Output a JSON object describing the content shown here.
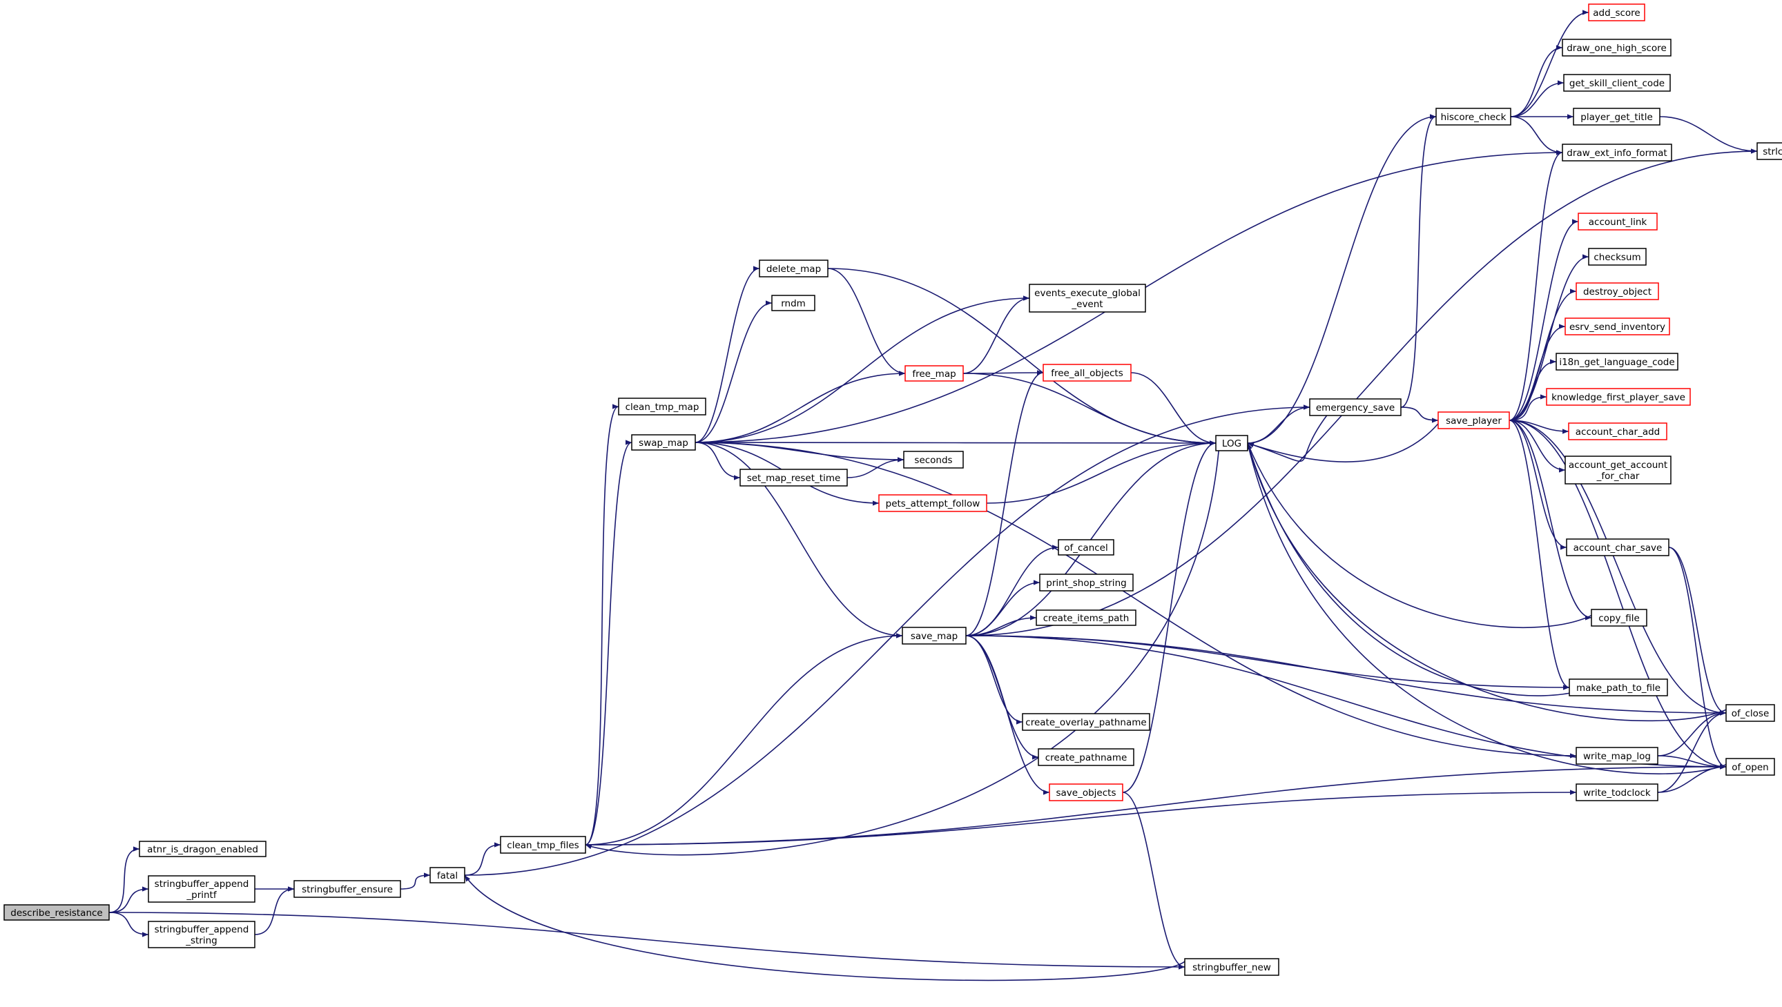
{
  "colors": {
    "edge": "#191970",
    "node_border": "#000000",
    "truncated_node_border": "#ff0000",
    "root_fill": "#bfbfbf",
    "background": "#ffffff"
  },
  "nodes": {
    "describe_resistance": {
      "lines": [
        "describe_resistance"
      ],
      "root": true
    },
    "atnr_is_dragon_enabled": {
      "lines": [
        "atnr_is_dragon_enabled"
      ]
    },
    "sb_append_printf": {
      "lines": [
        "stringbuffer_append",
        "_printf"
      ]
    },
    "sb_append_string": {
      "lines": [
        "stringbuffer_append",
        "_string"
      ]
    },
    "sb_ensure": {
      "lines": [
        "stringbuffer_ensure"
      ]
    },
    "fatal": {
      "lines": [
        "fatal"
      ]
    },
    "clean_tmp_files": {
      "lines": [
        "clean_tmp_files"
      ]
    },
    "clean_tmp_map": {
      "lines": [
        "clean_tmp_map"
      ]
    },
    "swap_map": {
      "lines": [
        "swap_map"
      ]
    },
    "delete_map": {
      "lines": [
        "delete_map"
      ]
    },
    "rndm": {
      "lines": [
        "rndm"
      ]
    },
    "set_map_reset_time": {
      "lines": [
        "set_map_reset_time"
      ]
    },
    "pets_attempt_follow": {
      "lines": [
        "pets_attempt_follow"
      ],
      "truncated": true
    },
    "save_map": {
      "lines": [
        "save_map"
      ]
    },
    "free_map": {
      "lines": [
        "free_map"
      ],
      "truncated": true
    },
    "events_execute": {
      "lines": [
        "events_execute_global",
        "_event"
      ]
    },
    "free_all_objects": {
      "lines": [
        "free_all_objects"
      ],
      "truncated": true
    },
    "seconds": {
      "lines": [
        "seconds"
      ]
    },
    "of_cancel": {
      "lines": [
        "of_cancel"
      ]
    },
    "print_shop_string": {
      "lines": [
        "print_shop_string"
      ]
    },
    "create_items_path": {
      "lines": [
        "create_items_path"
      ]
    },
    "create_overlay_pathname": {
      "lines": [
        "create_overlay_pathname"
      ]
    },
    "create_pathname": {
      "lines": [
        "create_pathname"
      ]
    },
    "save_objects": {
      "lines": [
        "save_objects"
      ],
      "truncated": true
    },
    "stringbuffer_new": {
      "lines": [
        "stringbuffer_new"
      ]
    },
    "LOG": {
      "lines": [
        "LOG"
      ]
    },
    "emergency_save": {
      "lines": [
        "emergency_save"
      ]
    },
    "hiscore_check": {
      "lines": [
        "hiscore_check"
      ]
    },
    "save_player": {
      "lines": [
        "save_player"
      ],
      "truncated": true
    },
    "add_score": {
      "lines": [
        "add_score"
      ],
      "truncated": true
    },
    "draw_one_high_score": {
      "lines": [
        "draw_one_high_score"
      ]
    },
    "get_skill_client_code": {
      "lines": [
        "get_skill_client_code"
      ]
    },
    "player_get_title": {
      "lines": [
        "player_get_title"
      ]
    },
    "draw_ext_info_format": {
      "lines": [
        "draw_ext_info_format"
      ]
    },
    "strlcpy": {
      "lines": [
        "strlcpy"
      ]
    },
    "account_link": {
      "lines": [
        "account_link"
      ],
      "truncated": true
    },
    "checksum": {
      "lines": [
        "checksum"
      ]
    },
    "destroy_object": {
      "lines": [
        "destroy_object"
      ],
      "truncated": true
    },
    "esrv_send_inventory": {
      "lines": [
        "esrv_send_inventory"
      ],
      "truncated": true
    },
    "i18n_get_language_code": {
      "lines": [
        "i18n_get_language_code"
      ]
    },
    "knowledge_first_player_save": {
      "lines": [
        "knowledge_first_player_save"
      ],
      "truncated": true
    },
    "account_char_add": {
      "lines": [
        "account_char_add"
      ],
      "truncated": true
    },
    "account_get_account_for_char": {
      "lines": [
        "account_get_account",
        "_for_char"
      ]
    },
    "account_char_save": {
      "lines": [
        "account_char_save"
      ]
    },
    "copy_file": {
      "lines": [
        "copy_file"
      ]
    },
    "make_path_to_file": {
      "lines": [
        "make_path_to_file"
      ]
    },
    "of_close": {
      "lines": [
        "of_close"
      ]
    },
    "of_open": {
      "lines": [
        "of_open"
      ]
    },
    "write_map_log": {
      "lines": [
        "write_map_log"
      ]
    },
    "write_todclock": {
      "lines": [
        "write_todclock"
      ]
    }
  },
  "edges": [
    [
      "describe_resistance",
      "atnr_is_dragon_enabled"
    ],
    [
      "describe_resistance",
      "sb_append_printf"
    ],
    [
      "describe_resistance",
      "sb_append_string"
    ],
    [
      "describe_resistance",
      "stringbuffer_new"
    ],
    [
      "sb_append_printf",
      "sb_ensure"
    ],
    [
      "sb_append_string",
      "sb_ensure"
    ],
    [
      "sb_ensure",
      "fatal"
    ],
    [
      "fatal",
      "clean_tmp_files"
    ],
    [
      "fatal",
      "emergency_save"
    ],
    [
      "clean_tmp_files",
      "clean_tmp_map"
    ],
    [
      "clean_tmp_files",
      "swap_map"
    ],
    [
      "clean_tmp_files",
      "save_map"
    ],
    [
      "clean_tmp_files",
      "of_open"
    ],
    [
      "swap_map",
      "delete_map"
    ],
    [
      "swap_map",
      "rndm"
    ],
    [
      "swap_map",
      "events_execute"
    ],
    [
      "swap_map",
      "free_map"
    ],
    [
      "swap_map",
      "LOG"
    ],
    [
      "swap_map",
      "seconds"
    ],
    [
      "swap_map",
      "set_map_reset_time"
    ],
    [
      "swap_map",
      "pets_attempt_follow"
    ],
    [
      "swap_map",
      "save_map"
    ],
    [
      "swap_map",
      "write_map_log"
    ],
    [
      "swap_map",
      "draw_ext_info_format"
    ],
    [
      "delete_map",
      "free_map"
    ],
    [
      "delete_map",
      "LOG"
    ],
    [
      "free_map",
      "events_execute"
    ],
    [
      "free_map",
      "free_all_objects"
    ],
    [
      "free_map",
      "LOG"
    ],
    [
      "free_all_objects",
      "LOG"
    ],
    [
      "set_map_reset_time",
      "seconds"
    ],
    [
      "pets_attempt_follow",
      "LOG"
    ],
    [
      "save_map",
      "free_all_objects"
    ],
    [
      "save_map",
      "LOG"
    ],
    [
      "save_map",
      "of_cancel"
    ],
    [
      "save_map",
      "print_shop_string"
    ],
    [
      "save_map",
      "create_items_path"
    ],
    [
      "save_map",
      "create_overlay_pathname"
    ],
    [
      "save_map",
      "create_pathname"
    ],
    [
      "save_map",
      "save_objects"
    ],
    [
      "save_map",
      "make_path_to_file"
    ],
    [
      "save_map",
      "of_close"
    ],
    [
      "save_map",
      "of_open"
    ],
    [
      "save_map",
      "strlcpy"
    ],
    [
      "save_objects",
      "LOG"
    ],
    [
      "save_objects",
      "stringbuffer_new"
    ],
    [
      "stringbuffer_new",
      "fatal"
    ],
    [
      "LOG",
      "clean_tmp_files"
    ],
    [
      "LOG",
      "emergency_save"
    ],
    [
      "LOG",
      "hiscore_check"
    ],
    [
      "emergency_save",
      "LOG"
    ],
    [
      "emergency_save",
      "save_player"
    ],
    [
      "emergency_save",
      "hiscore_check"
    ],
    [
      "hiscore_check",
      "add_score"
    ],
    [
      "hiscore_check",
      "draw_one_high_score"
    ],
    [
      "hiscore_check",
      "get_skill_client_code"
    ],
    [
      "hiscore_check",
      "player_get_title"
    ],
    [
      "hiscore_check",
      "draw_ext_info_format"
    ],
    [
      "player_get_title",
      "strlcpy"
    ],
    [
      "save_player",
      "LOG"
    ],
    [
      "save_player",
      "draw_ext_info_format"
    ],
    [
      "save_player",
      "account_link"
    ],
    [
      "save_player",
      "checksum"
    ],
    [
      "save_player",
      "destroy_object"
    ],
    [
      "save_player",
      "esrv_send_inventory"
    ],
    [
      "save_player",
      "i18n_get_language_code"
    ],
    [
      "save_player",
      "knowledge_first_player_save"
    ],
    [
      "save_player",
      "account_char_add"
    ],
    [
      "save_player",
      "account_get_account_for_char"
    ],
    [
      "save_player",
      "account_char_save"
    ],
    [
      "save_player",
      "copy_file"
    ],
    [
      "save_player",
      "make_path_to_file"
    ],
    [
      "save_player",
      "of_close"
    ],
    [
      "save_player",
      "of_open"
    ],
    [
      "account_char_save",
      "of_close"
    ],
    [
      "account_char_save",
      "of_open"
    ],
    [
      "copy_file",
      "LOG"
    ],
    [
      "make_path_to_file",
      "LOG"
    ],
    [
      "of_close",
      "LOG"
    ],
    [
      "of_open",
      "LOG"
    ],
    [
      "write_map_log",
      "of_close"
    ],
    [
      "write_map_log",
      "of_open"
    ],
    [
      "write_todclock",
      "of_close"
    ],
    [
      "write_todclock",
      "of_open"
    ],
    [
      "clean_tmp_files",
      "write_todclock"
    ]
  ]
}
